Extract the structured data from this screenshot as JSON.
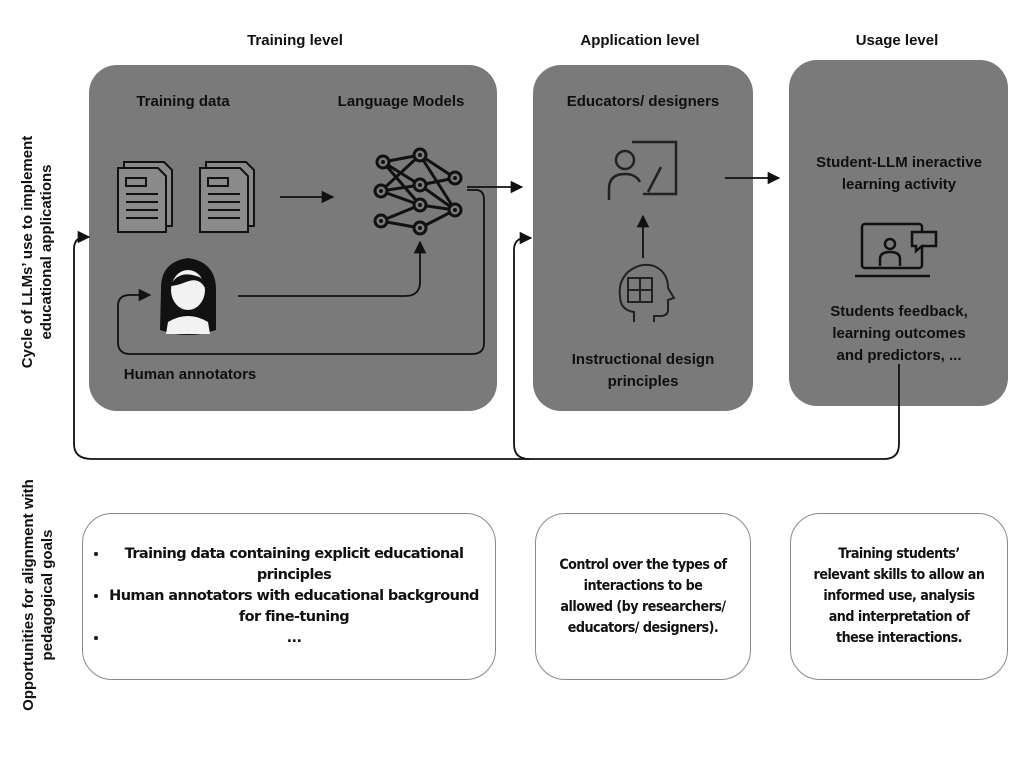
{
  "levels": {
    "training": "Training level",
    "application": "Application level",
    "usage": "Usage level"
  },
  "side_labels": {
    "cycle": [
      "Cycle of LLMs’ use to implement",
      "educational applications"
    ],
    "opportunities": [
      "Opportunities for alignment with",
      "pedagogical goals"
    ]
  },
  "training_panel": {
    "training_data": "Training data",
    "language_models": "Language Models",
    "human_annotators": "Human annotators"
  },
  "application_panel": {
    "educators": "Educators/ designers",
    "instructional": [
      "Instructional design",
      "principles"
    ]
  },
  "usage_panel": {
    "activity": [
      "Student-LLM ineractive",
      "learning activity"
    ],
    "feedback": [
      "Students feedback,",
      "learning outcomes",
      "and predictors, ..."
    ]
  },
  "opportunities": {
    "training": [
      "Training data containing explicit educational principles",
      "Human annotators with educational background for fine-tuning",
      "..."
    ],
    "application": "Control over the types of interactions to be allowed (by researchers/ educators/ designers).",
    "usage": "Training students’ relevant skills to allow an informed use, analysis and interpretation of these interactions."
  },
  "icons": {
    "document": "document-icon",
    "neural_network": "neural-network-icon",
    "annotator": "person-icon",
    "teacher": "teacher-board-icon",
    "brain": "brain-puzzle-icon",
    "laptop": "laptop-video-call-icon"
  },
  "colors": {
    "panel": "#7a7a7a",
    "ink": "#111111"
  }
}
